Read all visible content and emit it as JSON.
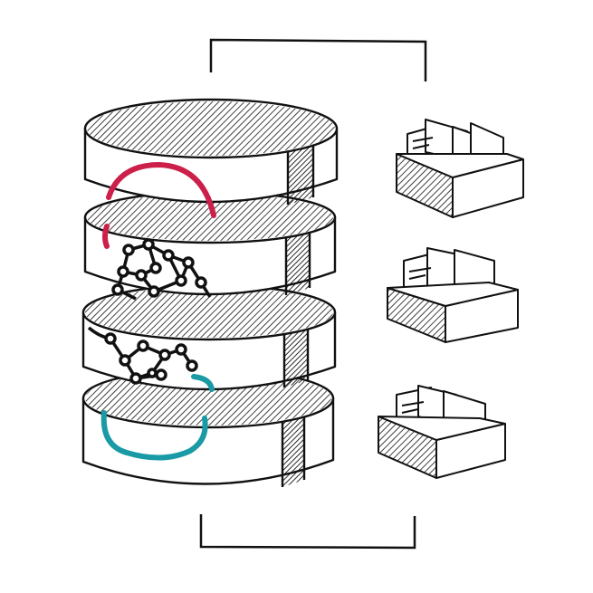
{
  "illustration": {
    "stack": {
      "layers": [
        {
          "name": "top-layer",
          "motif": "red-arc"
        },
        {
          "name": "upper-middle-layer",
          "motif": "network-graph"
        },
        {
          "name": "lower-middle-layer",
          "motif": "network-graph"
        },
        {
          "name": "bottom-layer",
          "motif": "teal-arc"
        }
      ]
    },
    "file_boxes": 3,
    "brackets": [
      "top-bracket",
      "bottom-bracket"
    ],
    "colors": {
      "ink": "#111111",
      "fill": "#ffffff",
      "accent_red": "#cc1f4a",
      "accent_teal": "#1a9aa5"
    }
  }
}
